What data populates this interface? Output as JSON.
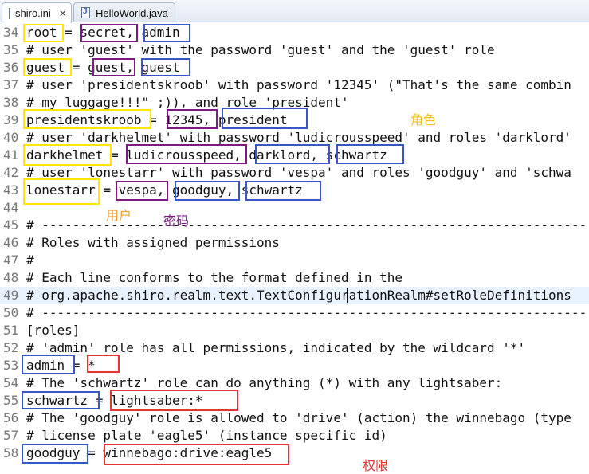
{
  "tabs": [
    {
      "label": "shiro.ini",
      "active": true,
      "icon": "ini-file-icon"
    },
    {
      "label": "HelloWorld.java",
      "active": false,
      "icon": "java-file-icon"
    }
  ],
  "editor": {
    "lines": [
      {
        "num": "34",
        "text": "root = secret, admin"
      },
      {
        "num": "35",
        "text": "# user 'guest' with the password 'guest' and the 'guest' role"
      },
      {
        "num": "36",
        "text": "guest = guest, guest"
      },
      {
        "num": "37",
        "text": "# user 'presidentskroob' with password '12345' (\"That's the same combin"
      },
      {
        "num": "38",
        "text": "# my luggage!!!\" ;)), and role 'president'"
      },
      {
        "num": "39",
        "text": "presidentskroob = 12345, president"
      },
      {
        "num": "40",
        "text": "# user 'darkhelmet' with password 'ludicrousspeed' and roles 'darklord'"
      },
      {
        "num": "41",
        "text": "darkhelmet = ludicrousspeed, darklord, schwartz"
      },
      {
        "num": "42",
        "text": "# user 'lonestarr' with password 'vespa' and roles 'goodguy' and 'schwa"
      },
      {
        "num": "43",
        "text": "lonestarr = vespa, goodguy, schwartz"
      },
      {
        "num": "44",
        "text": ""
      },
      {
        "num": "45",
        "text": "# -----------------------------------------------------------------------"
      },
      {
        "num": "46",
        "text": "# Roles with assigned permissions"
      },
      {
        "num": "47",
        "text": "#"
      },
      {
        "num": "48",
        "text": "# Each line conforms to the format defined in the"
      },
      {
        "num": "49",
        "text": "# org.apache.shiro.realm.text.TextConfigurationRealm#setRoleDefinitions"
      },
      {
        "num": "50",
        "text": "# -----------------------------------------------------------------------"
      },
      {
        "num": "51",
        "text": "[roles]"
      },
      {
        "num": "52",
        "text": "# 'admin' role has all permissions, indicated by the wildcard '*'"
      },
      {
        "num": "53",
        "text": "admin = *"
      },
      {
        "num": "54",
        "text": "# The 'schwartz' role can do anything (*) with any lightsaber:"
      },
      {
        "num": "55",
        "text": "schwartz = lightsaber:*"
      },
      {
        "num": "56",
        "text": "# The 'goodguy' role is allowed to 'drive' (action) the winnebago (type"
      },
      {
        "num": "57",
        "text": "# license plate 'eagle5' (instance specific id)"
      },
      {
        "num": "58",
        "text": "goodguy = winnebago:drive:eagle5"
      }
    ]
  },
  "annotations": {
    "role_label": "角色",
    "user_label": "用户",
    "password_label": "密码",
    "permission_label": "权限",
    "colors": {
      "user": "#ffe800",
      "password": "#7b1a80",
      "role": "#3a55c8",
      "permission": "#e23434",
      "role_note": "#f0c419",
      "user_note": "#f0a030",
      "password_note": "#7b1a80",
      "permission_note": "#e23434"
    }
  }
}
